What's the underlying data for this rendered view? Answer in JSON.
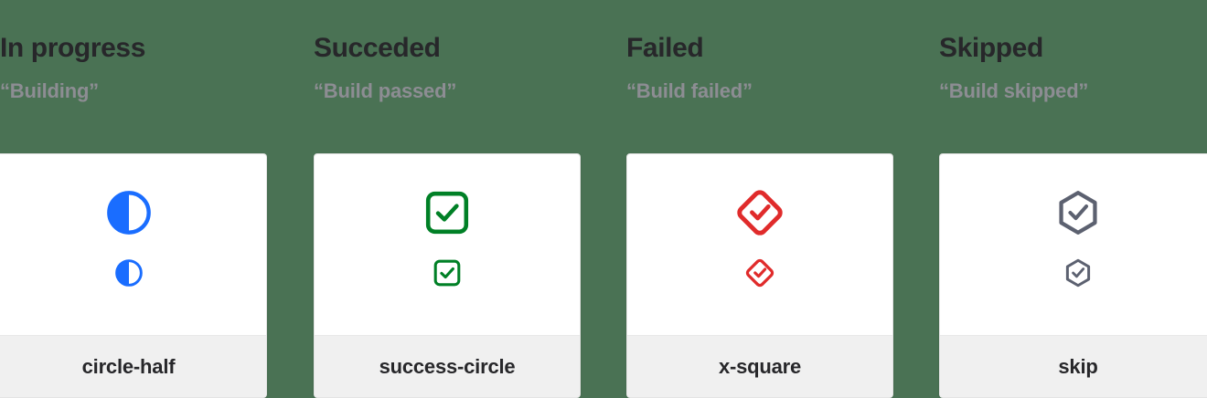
{
  "page": {
    "background_color": "#4a7254",
    "card_background": "#ffffff",
    "card_footer_background": "#f0f0f0",
    "heading_color": "#27272a",
    "subheading_color": "#8d8d93"
  },
  "columns": [
    {
      "title": "In progress",
      "subtitle": "“Building”",
      "icon_name": "circle-half-icon",
      "label": "circle-half",
      "color": "#1a6dff"
    },
    {
      "title": "Succeded",
      "subtitle": "“Build passed”",
      "icon_name": "success-circle-icon",
      "label": "success-circle",
      "color": "#008026"
    },
    {
      "title": "Failed",
      "subtitle": "“Build failed”",
      "icon_name": "x-square-icon",
      "label": "x-square",
      "color": "#e02b2b"
    },
    {
      "title": "Skipped",
      "subtitle": "“Build skipped”",
      "icon_name": "skip-icon",
      "label": "skip",
      "color": "#5c6170"
    }
  ]
}
